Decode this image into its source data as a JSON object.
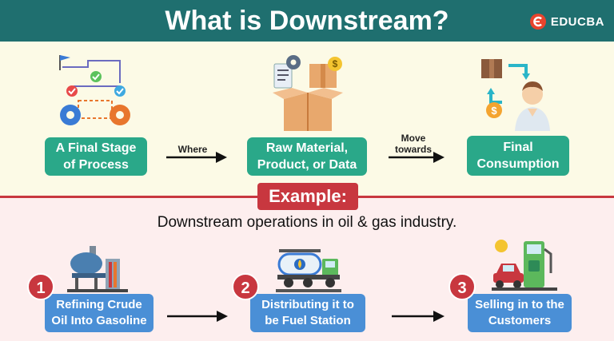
{
  "header": {
    "title": "What is Downstream?",
    "brand": "EDUCBA"
  },
  "flow": {
    "stages": [
      {
        "label": "A Final Stage of Process"
      },
      {
        "label": "Raw Material, Product, or Data"
      },
      {
        "label": "Final Consumption"
      }
    ],
    "connectors": [
      {
        "label": "Where"
      },
      {
        "label": "Move towards"
      }
    ]
  },
  "example": {
    "badge": "Example:",
    "subtitle": "Downstream operations in oil & gas industry.",
    "steps": [
      {
        "number": "1",
        "label": "Refining Crude Oil Into Gasoline"
      },
      {
        "number": "2",
        "label": "Distributing it to be Fuel Station"
      },
      {
        "number": "3",
        "label": "Selling in to the Customers"
      }
    ]
  },
  "colors": {
    "header": "#1f6f6f",
    "green": "#2aa889",
    "blue": "#4a8fd6",
    "red": "#c8373f",
    "top_band": "#fcfae6",
    "bottom_band": "#fdeeee"
  },
  "icons": [
    "flowchart-gears-icon",
    "box-product-icon",
    "delivery-consumer-icon",
    "refinery-icon",
    "tanker-truck-icon",
    "fuel-pump-icon"
  ]
}
